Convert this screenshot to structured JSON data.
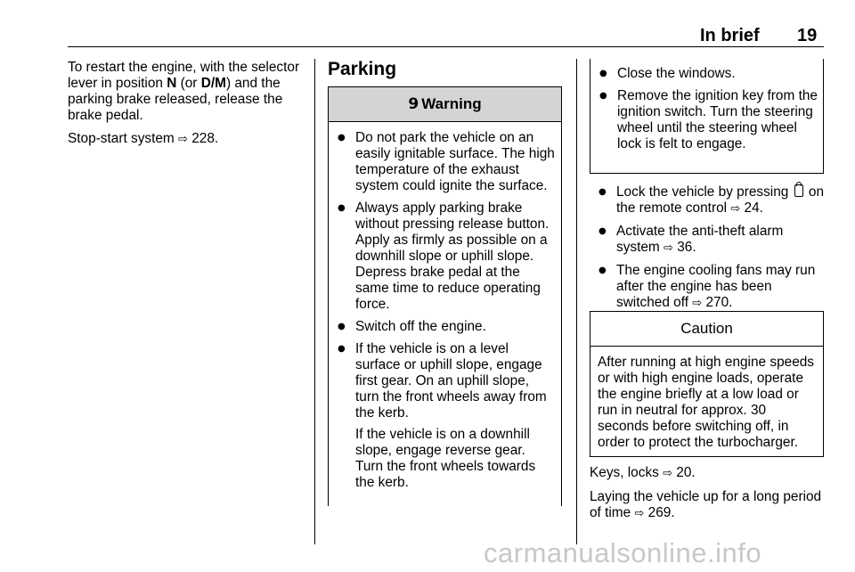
{
  "header": {
    "title": "In brief",
    "page_number": "19"
  },
  "col1": {
    "para1_a": "To restart the engine, with the selector lever in position ",
    "para1_b": "N",
    "para1_c": " (or ",
    "para1_d": "D/M",
    "para1_e": ") and the parking brake released, release the brake pedal.",
    "para2_text": "Stop-start system ",
    "para2_ref": "228."
  },
  "col2": {
    "title": "Parking",
    "warning": {
      "symbol": "9",
      "heading": "Warning",
      "items": [
        {
          "text": "Do not park the vehicle on an easily ignitable surface. The high temperature of the exhaust system could ignite the surface."
        },
        {
          "text": "Always apply parking brake without pressing release button. Apply as firmly as possible on a downhill slope or uphill slope. Depress brake pedal at the same time to reduce operating force."
        },
        {
          "text": "Switch off the engine."
        },
        {
          "text": "If the vehicle is on a level surface or uphill slope, engage first gear. On an uphill slope, turn the front wheels away from the kerb.",
          "sub": "If the vehicle is on a downhill slope, engage reverse gear. Turn the front wheels towards the kerb."
        }
      ]
    }
  },
  "col3": {
    "box_items": [
      {
        "text": "Close the windows."
      },
      {
        "text": "Remove the ignition key from the ignition switch. Turn the steering wheel until the steering wheel lock is felt to engage."
      }
    ],
    "items": [
      {
        "before": "Lock the vehicle by pressing ",
        "after": " on the remote control ",
        "ref": "24."
      },
      {
        "before": "Activate the anti-theft alarm system ",
        "ref": "36."
      },
      {
        "before": "The engine cooling fans may run after the engine has been switched off ",
        "ref": "270."
      }
    ],
    "caution": {
      "heading": "Caution",
      "body": "After running at high engine speeds or with high engine loads, operate the engine briefly at a low load or run in neutral for approx. 30 seconds before switching off, in order to protect the turbocharger."
    },
    "keys_text": "Keys, locks ",
    "keys_ref": "20.",
    "laying_text": "Laying the vehicle up for a long period of time ",
    "laying_ref": "269."
  },
  "icons": {
    "arrow": "⇨",
    "lock": "lock-icon"
  },
  "watermark": "carmanualsonline.info"
}
